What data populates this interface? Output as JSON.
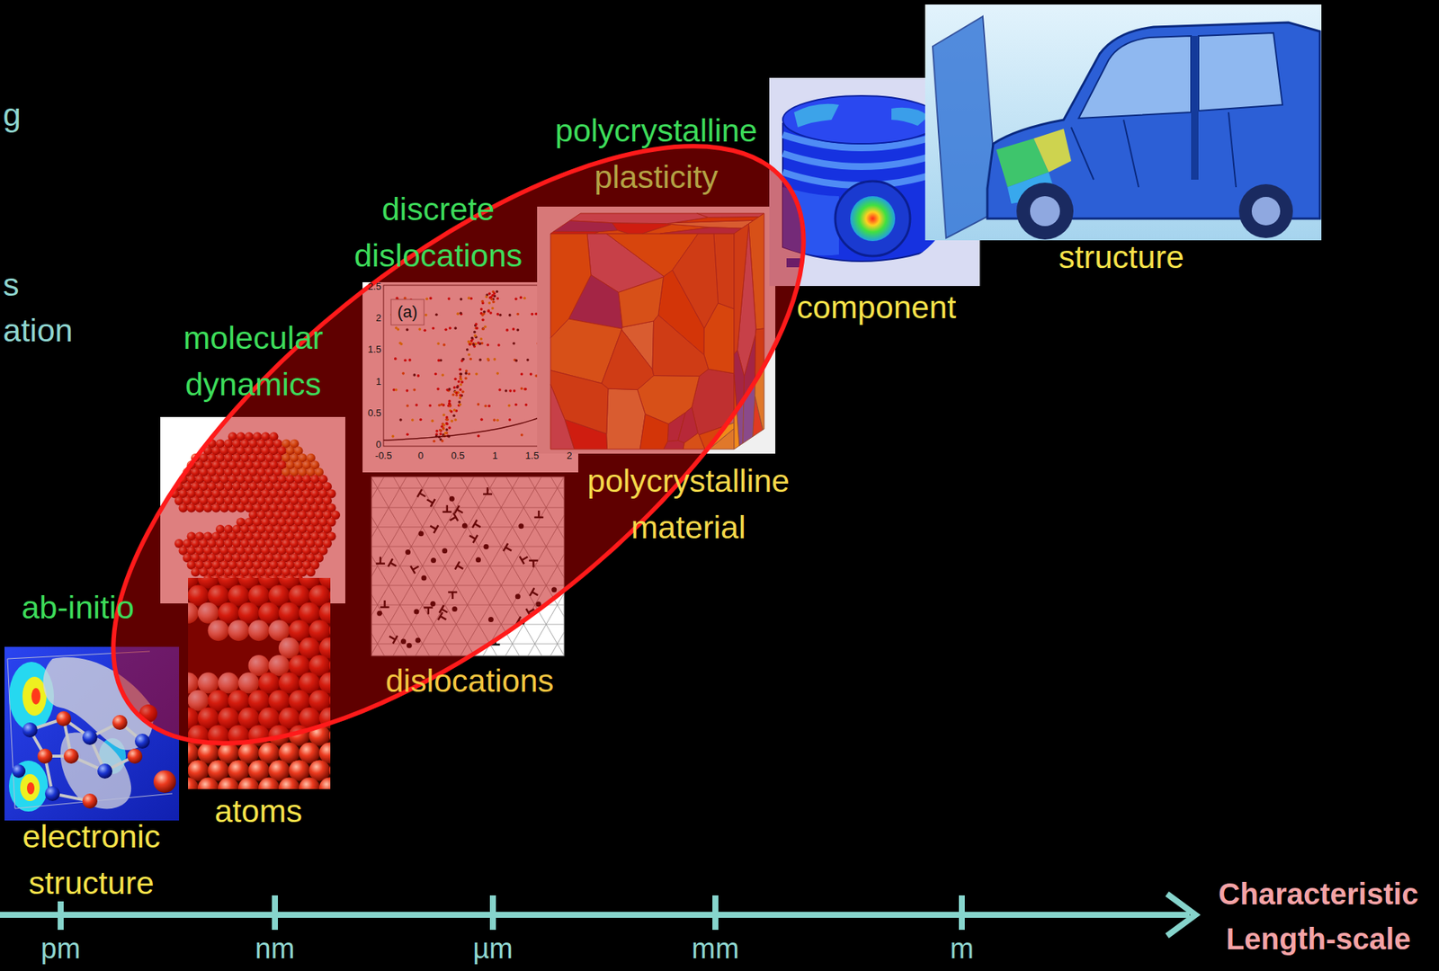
{
  "diagram": {
    "labels": [
      "g",
      "s",
      "ation",
      "polycrystalline plasticity",
      "discrete dislocations",
      "molecular dynamics",
      "ab-initio",
      "electronic structure",
      "atoms",
      "(a)",
      "2.5",
      "2",
      "1.5",
      "1",
      "0.5",
      "0",
      "-0.5",
      "0",
      "0.5",
      "1",
      "1.5",
      "2",
      "dislocations",
      "polycrystalline material",
      "component",
      "structure",
      "pm",
      "nm",
      "µm",
      "mm",
      "m",
      "Characteristic Length-scale"
    ]
  }
}
